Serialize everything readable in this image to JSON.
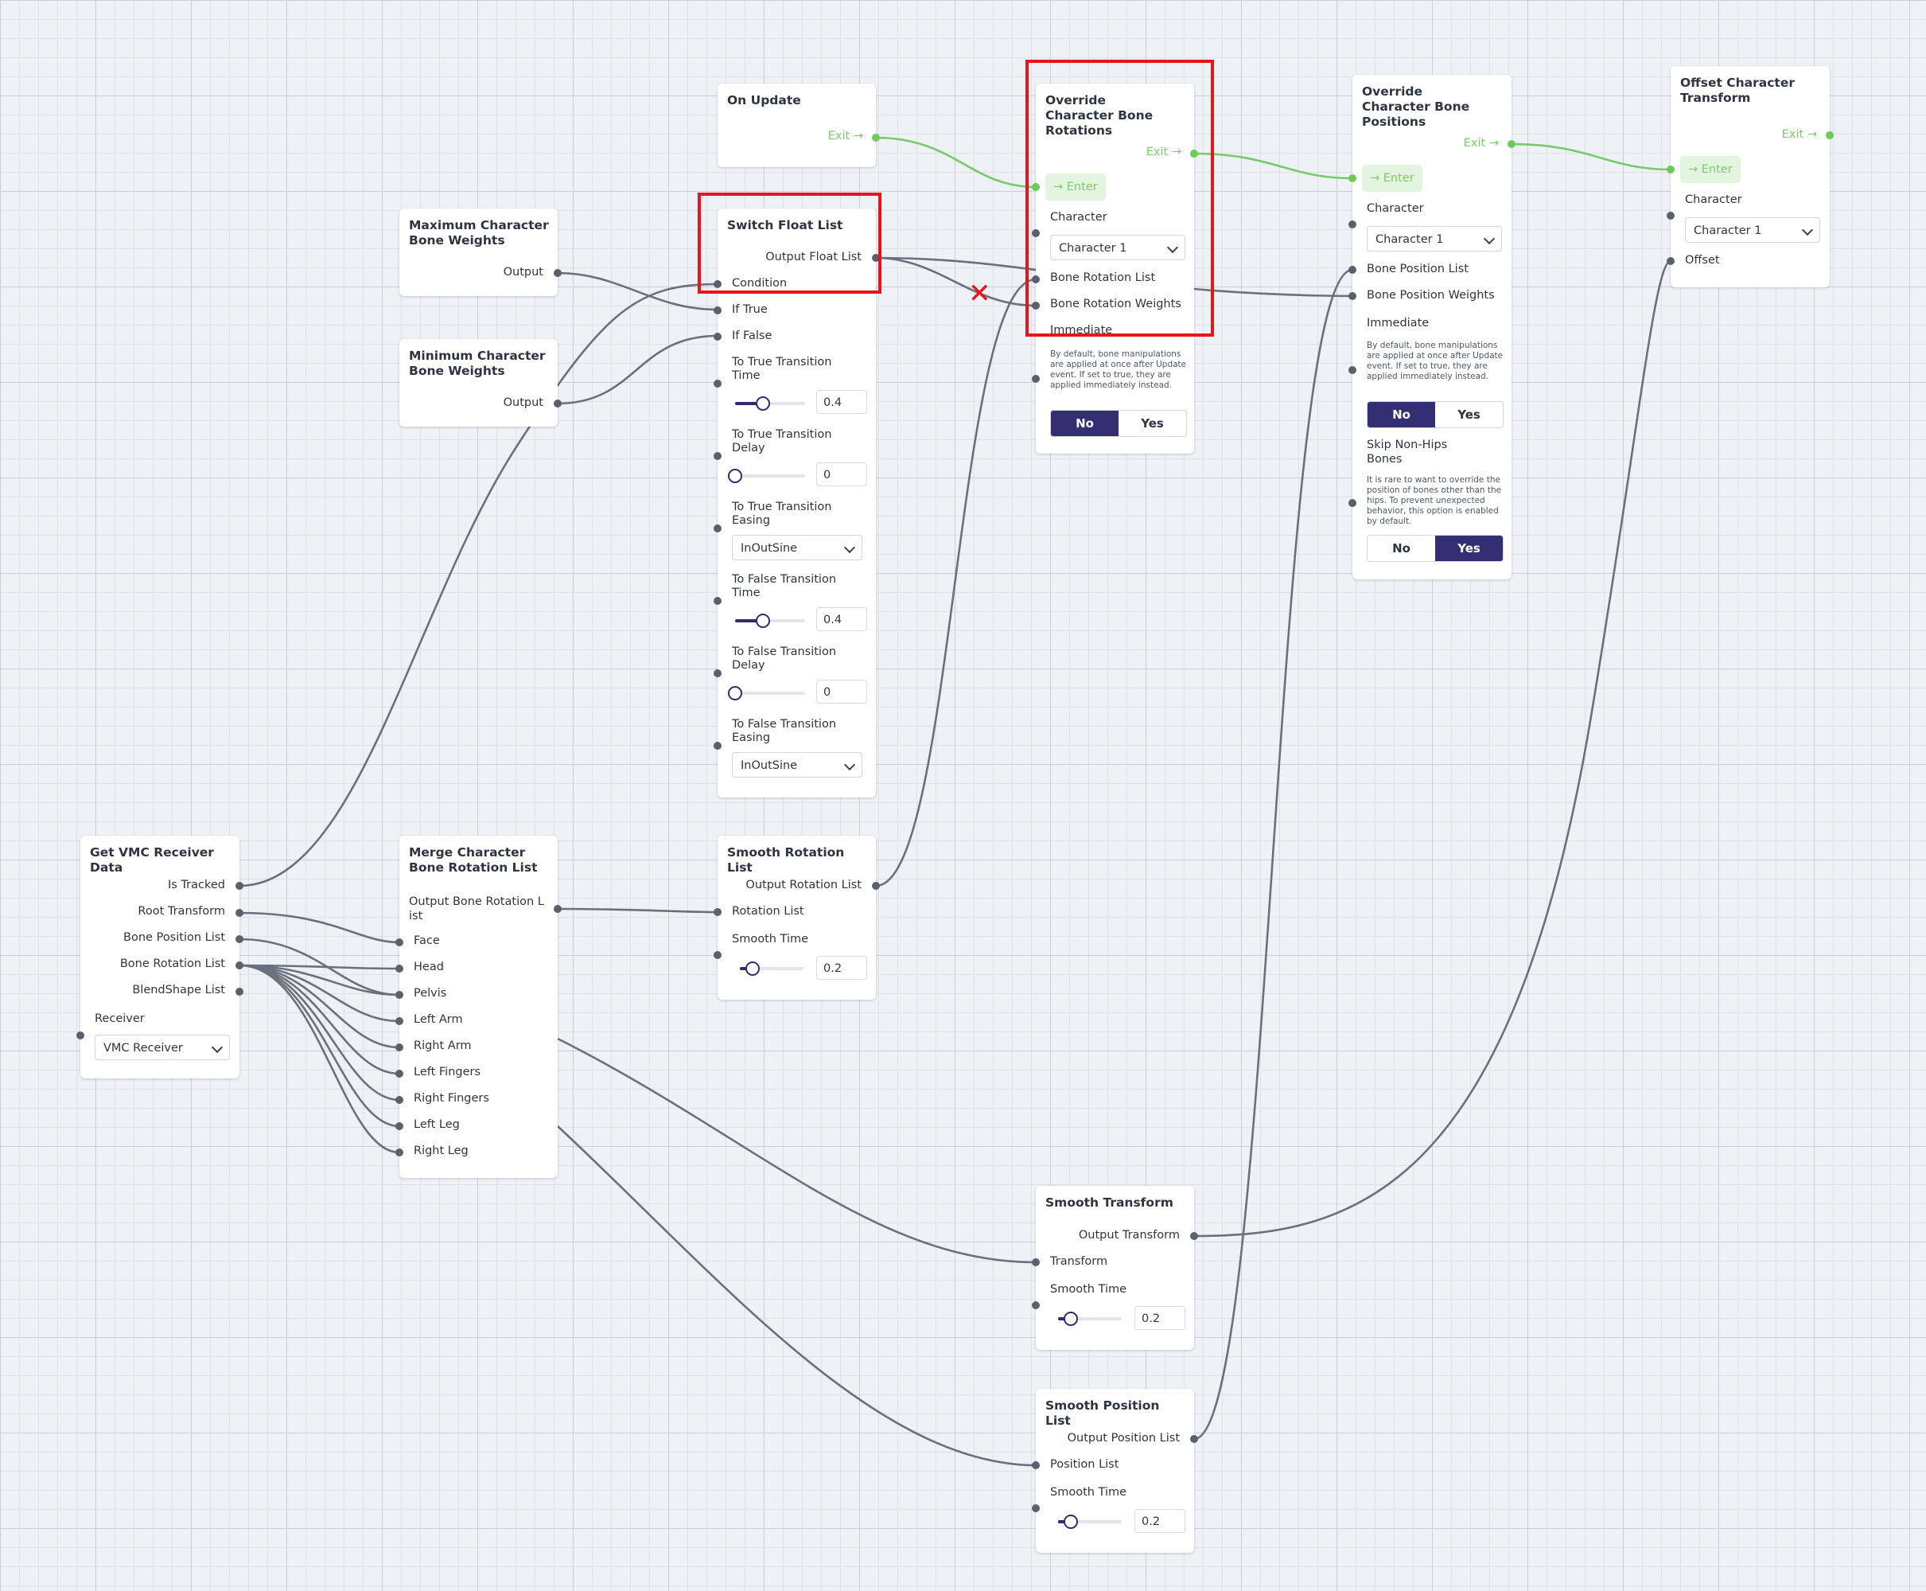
{
  "nodes": {
    "on_update": {
      "title": "On Update",
      "exit": "Exit"
    },
    "max_weights": {
      "title": "Maximum Character Bone Weights",
      "output": "Output"
    },
    "min_weights": {
      "title": "Minimum Character Bone Weights",
      "output": "Output"
    },
    "switch_float": {
      "title": "Switch Float List",
      "output": "Output Float List",
      "inputs": [
        "Condition",
        "If True",
        "If False"
      ],
      "to_true_time": {
        "label": "To True Transition Time",
        "value": "0.4",
        "fraction": 0.4
      },
      "to_true_delay": {
        "label": "To True Transition Delay",
        "value": "0",
        "fraction": 0
      },
      "to_true_easing": {
        "label": "To True Transition Easing",
        "value": "InOutSine"
      },
      "to_false_time": {
        "label": "To False Transition Time",
        "value": "0.4",
        "fraction": 0.4
      },
      "to_false_delay": {
        "label": "To False Transition Delay",
        "value": "0",
        "fraction": 0
      },
      "to_false_easing": {
        "label": "To False Transition Easing",
        "value": "InOutSine"
      }
    },
    "override_rot": {
      "title": "Override Character Bone Rotations",
      "exit": "Exit",
      "enter": "Enter",
      "character_label": "Character",
      "character_value": "Character 1",
      "bone_rotation_list": "Bone Rotation List",
      "bone_rotation_weights": "Bone Rotation Weights",
      "immediate_label": "Immediate",
      "immediate_desc": "By default, bone manipulations are applied at once after Update event. If set to true, they are applied immediately instead.",
      "no": "No",
      "yes": "Yes",
      "selected": "No"
    },
    "override_pos": {
      "title": "Override Character Bone Positions",
      "exit": "Exit",
      "enter": "Enter",
      "character_label": "Character",
      "character_value": "Character 1",
      "bone_position_list": "Bone Position List",
      "bone_position_weights": "Bone Position Weights",
      "immediate_label": "Immediate",
      "immediate_desc": "By default, bone manipulations are applied at once after Update event. If set to true, they are applied immediately instead.",
      "immediate_no": "No",
      "immediate_yes": "Yes",
      "immediate_selected": "No",
      "skip_label": "Skip Non-Hips Bones",
      "skip_desc": "It is rare to want to override the position of bones other than the hips. To prevent unexpected behavior, this option is enabled by default.",
      "skip_no": "No",
      "skip_yes": "Yes",
      "skip_selected": "Yes"
    },
    "offset_transform": {
      "title": "Offset Character Transform",
      "exit": "Exit",
      "enter": "Enter",
      "character_label": "Character",
      "character_value": "Character 1",
      "offset": "Offset"
    },
    "get_vmc": {
      "title": "Get VMC Receiver Data",
      "outputs": [
        "Is Tracked",
        "Root Transform",
        "Bone Position List",
        "Bone Rotation List",
        "BlendShape List"
      ],
      "receiver_label": "Receiver",
      "receiver_value": "VMC Receiver"
    },
    "merge_rot": {
      "title": "Merge Character Bone Rotation List",
      "output": "Output Bone Rotation List",
      "inputs": [
        "Face",
        "Head",
        "Pelvis",
        "Left Arm",
        "Right Arm",
        "Left Fingers",
        "Right Fingers",
        "Left Leg",
        "Right Leg"
      ]
    },
    "smooth_rot": {
      "title": "Smooth Rotation List",
      "output": "Output Rotation List",
      "input": "Rotation List",
      "smooth_label": "Smooth Time",
      "smooth_value": "0.2",
      "fraction": 0.2
    },
    "smooth_transform": {
      "title": "Smooth Transform",
      "output": "Output Transform",
      "input": "Transform",
      "smooth_label": "Smooth Time",
      "smooth_value": "0.2",
      "fraction": 0.2
    },
    "smooth_pos": {
      "title": "Smooth Position List",
      "output": "Output Position List",
      "input": "Position List",
      "smooth_label": "Smooth Time",
      "smooth_value": "0.2",
      "fraction": 0.2
    }
  },
  "colors": {
    "accent": "#332f72",
    "flow": "#7ccb6b",
    "wire": "#5b616c",
    "highlight": "#e8141a"
  }
}
